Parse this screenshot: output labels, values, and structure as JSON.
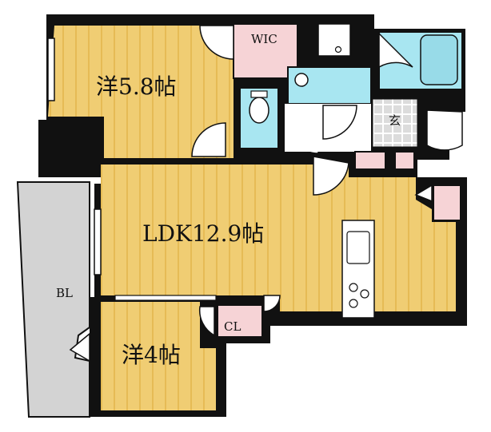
{
  "rooms": {
    "western1": "洋5.8帖",
    "ldk": "LDK12.9帖",
    "western2": "洋4帖",
    "wic": "WIC",
    "entrance": "玄",
    "closet": "CL",
    "balcony": "BL"
  },
  "colors": {
    "floor": "#f0cd73",
    "floor_stripe": "#e6bb55",
    "wall": "#111111",
    "storage": "#f6d3d6",
    "water": "#a8e6f1",
    "balcony": "#d3d3d3",
    "entrance_tile": "#dcdcdc"
  }
}
